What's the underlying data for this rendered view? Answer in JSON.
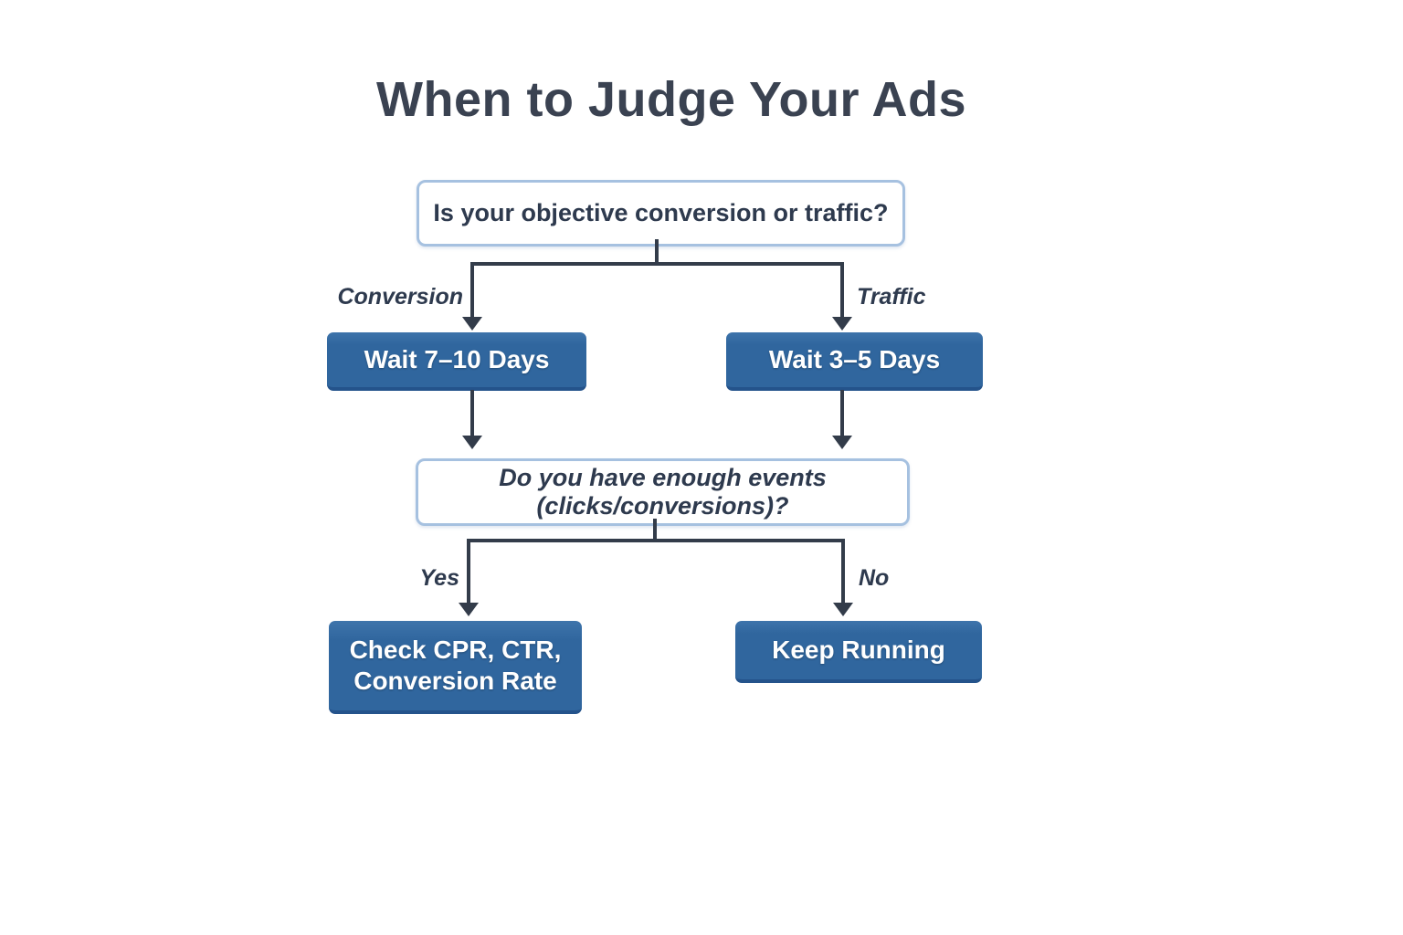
{
  "title": "When to Judge Your Ads",
  "flowchart": {
    "question1": {
      "text": "Is your objective conversion or traffic?"
    },
    "branch1": {
      "left_label": "Conversion",
      "right_label": "Traffic"
    },
    "action_wait_conversion": {
      "text": "Wait 7–10 Days"
    },
    "action_wait_traffic": {
      "text": "Wait 3–5 Days"
    },
    "question2": {
      "text": "Do you have enough events (clicks/conversions)?"
    },
    "branch2": {
      "left_label": "Yes",
      "right_label": "No"
    },
    "action_check_metrics": {
      "text": "Check CPR, CTR,\nConversion Rate"
    },
    "action_keep_running": {
      "text": "Keep Running"
    }
  },
  "colors": {
    "box_blue": "#30669e",
    "box_blue_dark": "#24538b",
    "question_border": "#a6c1e0",
    "line": "#333c4a",
    "text_dark": "#2e3a4e",
    "text_title": "#3a4251",
    "text_white": "#ffffff"
  }
}
